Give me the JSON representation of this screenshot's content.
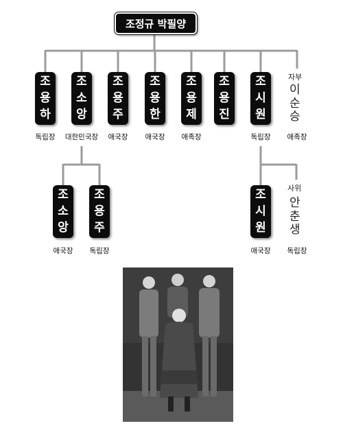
{
  "root": {
    "text": "조정규 박필양"
  },
  "children": [
    {
      "key": "c1",
      "chars": [
        "조",
        "용",
        "하"
      ],
      "caption": "독립장"
    },
    {
      "key": "c2",
      "chars": [
        "조",
        "소",
        "앙"
      ],
      "caption": "대한민국장"
    },
    {
      "key": "c3",
      "chars": [
        "조",
        "용",
        "주"
      ],
      "caption": "애국장"
    },
    {
      "key": "c4",
      "chars": [
        "조",
        "용",
        "한"
      ],
      "caption": "애국장"
    },
    {
      "key": "c5",
      "chars": [
        "조",
        "용",
        "제"
      ],
      "caption": "애족장"
    },
    {
      "key": "c6",
      "chars": [
        "조",
        "용",
        "진"
      ],
      "caption": ""
    },
    {
      "key": "c7",
      "chars": [
        "조",
        "시",
        "원"
      ],
      "caption": "독립장"
    }
  ],
  "son_in_law": {
    "role": "자부",
    "chars": [
      "이",
      "순",
      "승"
    ],
    "caption": "애족장"
  },
  "grandchildren_left": [
    {
      "key": "g1",
      "chars": [
        "조",
        "소",
        "앙"
      ],
      "caption": "애국장"
    },
    {
      "key": "g2",
      "chars": [
        "조",
        "용",
        "주"
      ],
      "caption": "독립장"
    }
  ],
  "grandchild_right": {
    "chars": [
      "조",
      "시",
      "원"
    ],
    "caption": "애국장"
  },
  "grand_son_in_law": {
    "role": "사위",
    "chars": [
      "안",
      "춘",
      "생"
    ],
    "caption": "독립장"
  },
  "photo": {
    "desc": "family-photo"
  }
}
